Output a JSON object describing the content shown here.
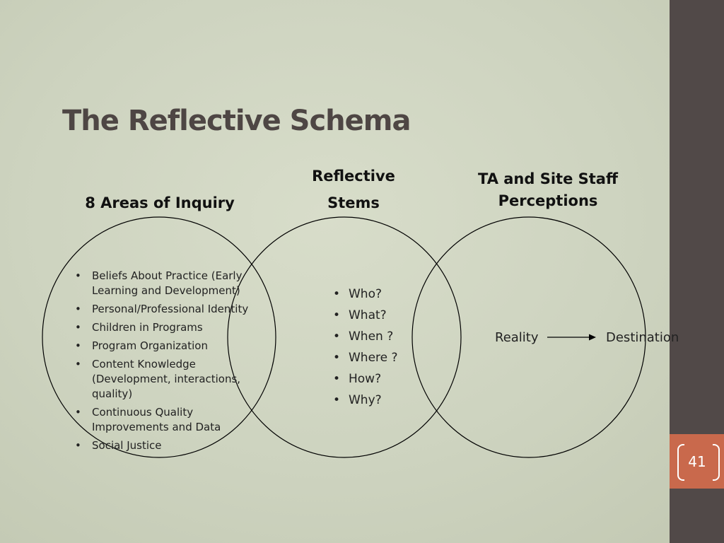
{
  "slide": {
    "title": "The Reflective Schema",
    "page_number": "41"
  },
  "headings": {
    "inquiry": "8 Areas of Inquiry",
    "stems_line1": "Reflective",
    "stems_line2": "Stems",
    "staff_line1": "TA and Site Staff",
    "staff_line2": "Perceptions"
  },
  "inquiry_items": [
    "Beliefs About Practice (Early Learning and Development)",
    "Personal/Professional Identity",
    "Children in Programs",
    "Program Organization",
    "Content Knowledge (Development, interactions, quality)",
    "Continuous Quality Improvements and Data",
    "Social Justice"
  ],
  "stem_items": [
    "Who?",
    "What?",
    "When ?",
    "Where ?",
    "How?",
    "Why?"
  ],
  "flow": {
    "from": "Reality",
    "to": "Destination"
  },
  "colors": {
    "background": "#cfd5c1",
    "sidebar": "#514948",
    "page_tab": "#c9694c",
    "title": "#4e4644"
  }
}
